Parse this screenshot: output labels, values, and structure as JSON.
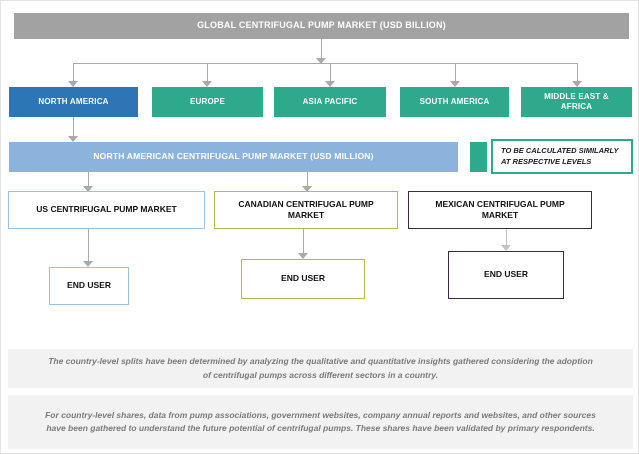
{
  "header": {
    "title": "GLOBAL CENTRIFUGAL PUMP MARKET (USD BILLION)"
  },
  "regions": [
    {
      "label": "NORTH AMERICA",
      "color": "#2e75b5"
    },
    {
      "label": "EUROPE",
      "color": "#2fa98c"
    },
    {
      "label": "ASIA PACIFIC",
      "color": "#2fa98c"
    },
    {
      "label": "SOUTH AMERICA",
      "color": "#2fa98c"
    },
    {
      "label": "MIDDLE EAST & AFRICA",
      "color": "#2fa98c"
    }
  ],
  "regional_market": {
    "label": "NORTH AMERICAN CENTRIFUGAL PUMP MARKET (USD MILLION)",
    "color": "#8cb3dc"
  },
  "note_box": {
    "text": "TO BE CALCULATED SIMILARLY AT RESPECTIVE LEVELS",
    "border_color": "#2fa98c"
  },
  "country_markets": [
    {
      "label": "US CENTRIFUGAL PUMP MARKET",
      "border_color": "#9fc2da"
    },
    {
      "label": "CANADIAN CENTRIFUGAL PUMP MARKET",
      "border_color": "#b3b94a"
    },
    {
      "label": "MEXICAN CENTRIFUGAL PUMP MARKET",
      "border_color": "#3d2a44"
    }
  ],
  "end_users": [
    {
      "label": "END USER",
      "border_color": "#9fc2da"
    },
    {
      "label": "END USER",
      "border_color": "#b3b94a"
    },
    {
      "label": "END USER",
      "border_color": "#3d2a44"
    }
  ],
  "footnotes": [
    "The country-level splits have been determined by analyzing the qualitative and quantitative insights gathered considering the adoption of centrifugal pumps across different sectors in a country.",
    "For country-level shares, data from pump associations, government websites, company annual reports and websites, and other sources have been gathered to understand the future potential of centrifugal pumps. These shares have been validated by primary respondents."
  ],
  "colors": {
    "header_gray": "#a2a2a2",
    "north_america_blue": "#2e75b5",
    "teal": "#2fa98c",
    "light_blue_bar": "#8cb3dc",
    "connector_gray": "#a9a9a9",
    "footnote_bg": "#f2f2f2",
    "footnote_text": "#7a7a7a"
  }
}
